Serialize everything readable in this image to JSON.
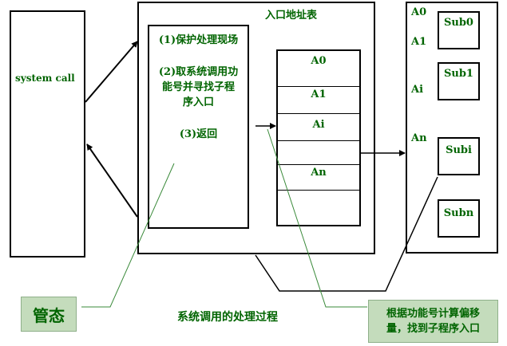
{
  "diagram": {
    "system_call_label": "system call",
    "entry_table_title": "入口地址表",
    "step1": "(1)保护处理现场",
    "step2_line1": "(2)取系统调用功",
    "step2_line2": "能号并寻找子程",
    "step2_line3": "序入口",
    "step3": "(3)返回",
    "table_entries": [
      "A0",
      "A1",
      "Ai",
      "An"
    ],
    "right_labels": [
      "A0",
      "A1",
      "Ai",
      "An"
    ],
    "subroutines": [
      "Sub0",
      "Sub1",
      "Subi",
      "Subn"
    ],
    "kernel_mode_label": "管态",
    "caption": "系统调用的处理过程",
    "note_line1": "根据功能号计算偏移",
    "note_line2": "量，找到子程序入口"
  }
}
